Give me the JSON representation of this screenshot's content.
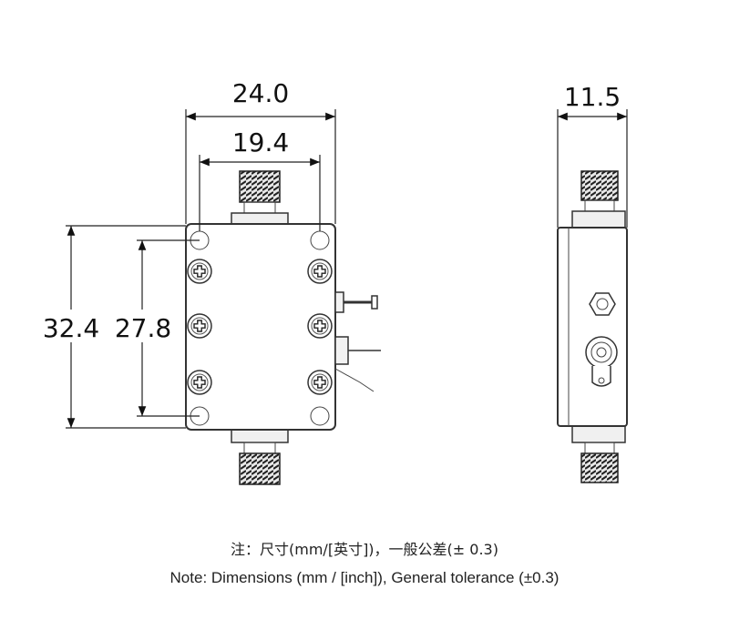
{
  "dimensions": {
    "top_width": "24.0",
    "connector_spacing": "19.4",
    "side_width": "11.5",
    "total_height": "32.4",
    "hole_spacing": "27.8"
  },
  "notes": {
    "chinese": "注：尺寸(mm/[英寸])，一般公差(±  0.3)",
    "english": "Note: Dimensions (mm / [inch]), General tolerance (±0.3)"
  }
}
